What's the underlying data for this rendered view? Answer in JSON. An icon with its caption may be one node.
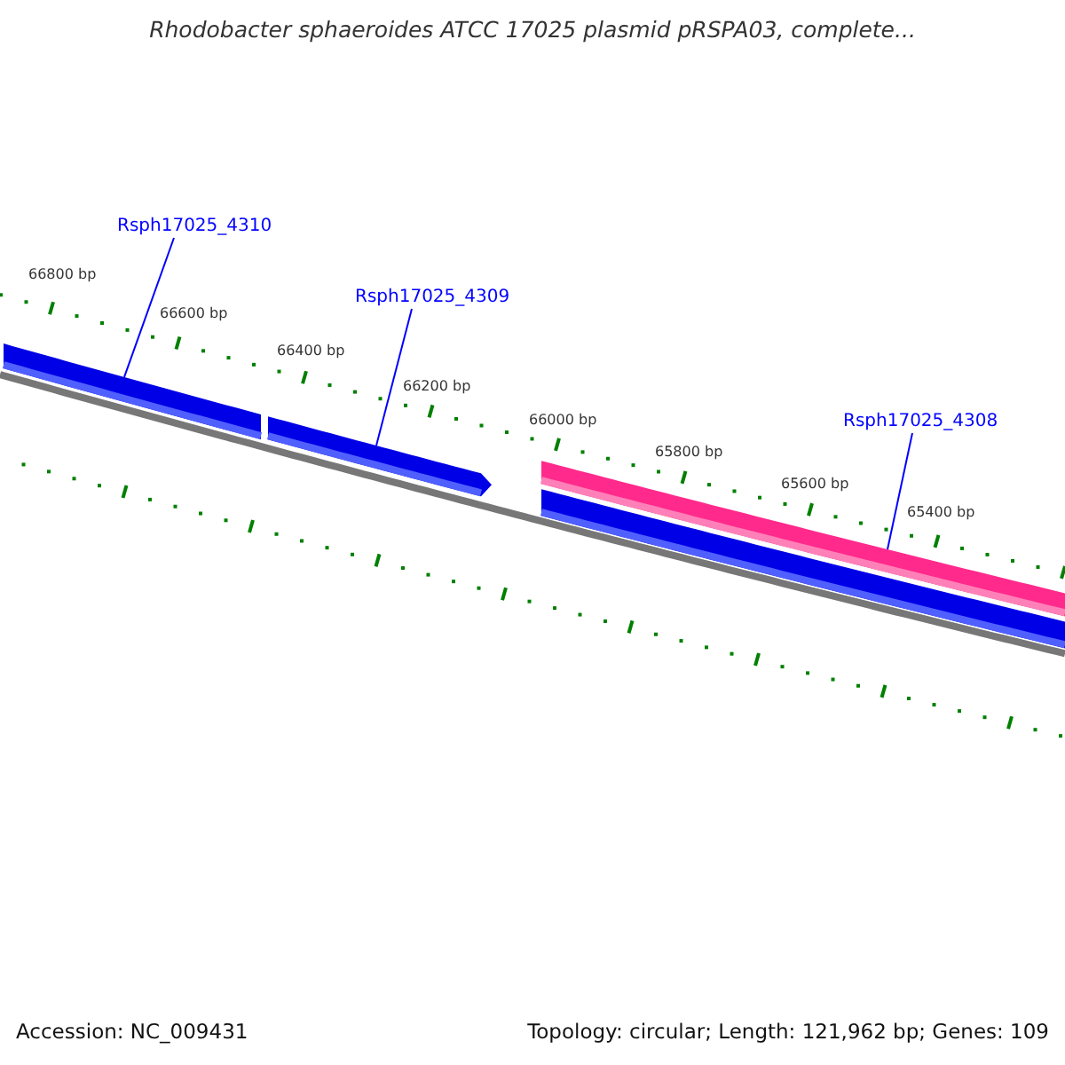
{
  "diagram": {
    "title": "Rhodobacter sphaeroides ATCC 17025 plasmid pRSPA03, complete...",
    "nodes": [
      {
        "text": [
          "Rsph17025_4310"
        ]
      },
      {
        "text": [
          "Rsph17025_4309"
        ]
      },
      {
        "text": [
          "Rsph17025_4308"
        ]
      },
      {
        "text": [],
        "shape": "bar"
      },
      {
        "text": [],
        "shape": "pentagon"
      },
      {
        "text": [],
        "shape": "bar"
      },
      {
        "text": [],
        "shape": "bar"
      }
    ],
    "edges": [
      {
        "from": 0,
        "to": 3,
        "arrow": "none"
      },
      {
        "from": 1,
        "to": 4,
        "arrow": "none"
      },
      {
        "from": 2,
        "to": 5,
        "arrow": "none"
      }
    ],
    "labels": [
      "66800 bp",
      "66600 bp",
      "66400 bp",
      "66200 bp",
      "66000 bp",
      "65800 bp",
      "65600 bp",
      "65400 bp",
      "Accession: NC_009431",
      "Topology: circular; Length: 121,962 bp; Genes: 109"
    ]
  }
}
